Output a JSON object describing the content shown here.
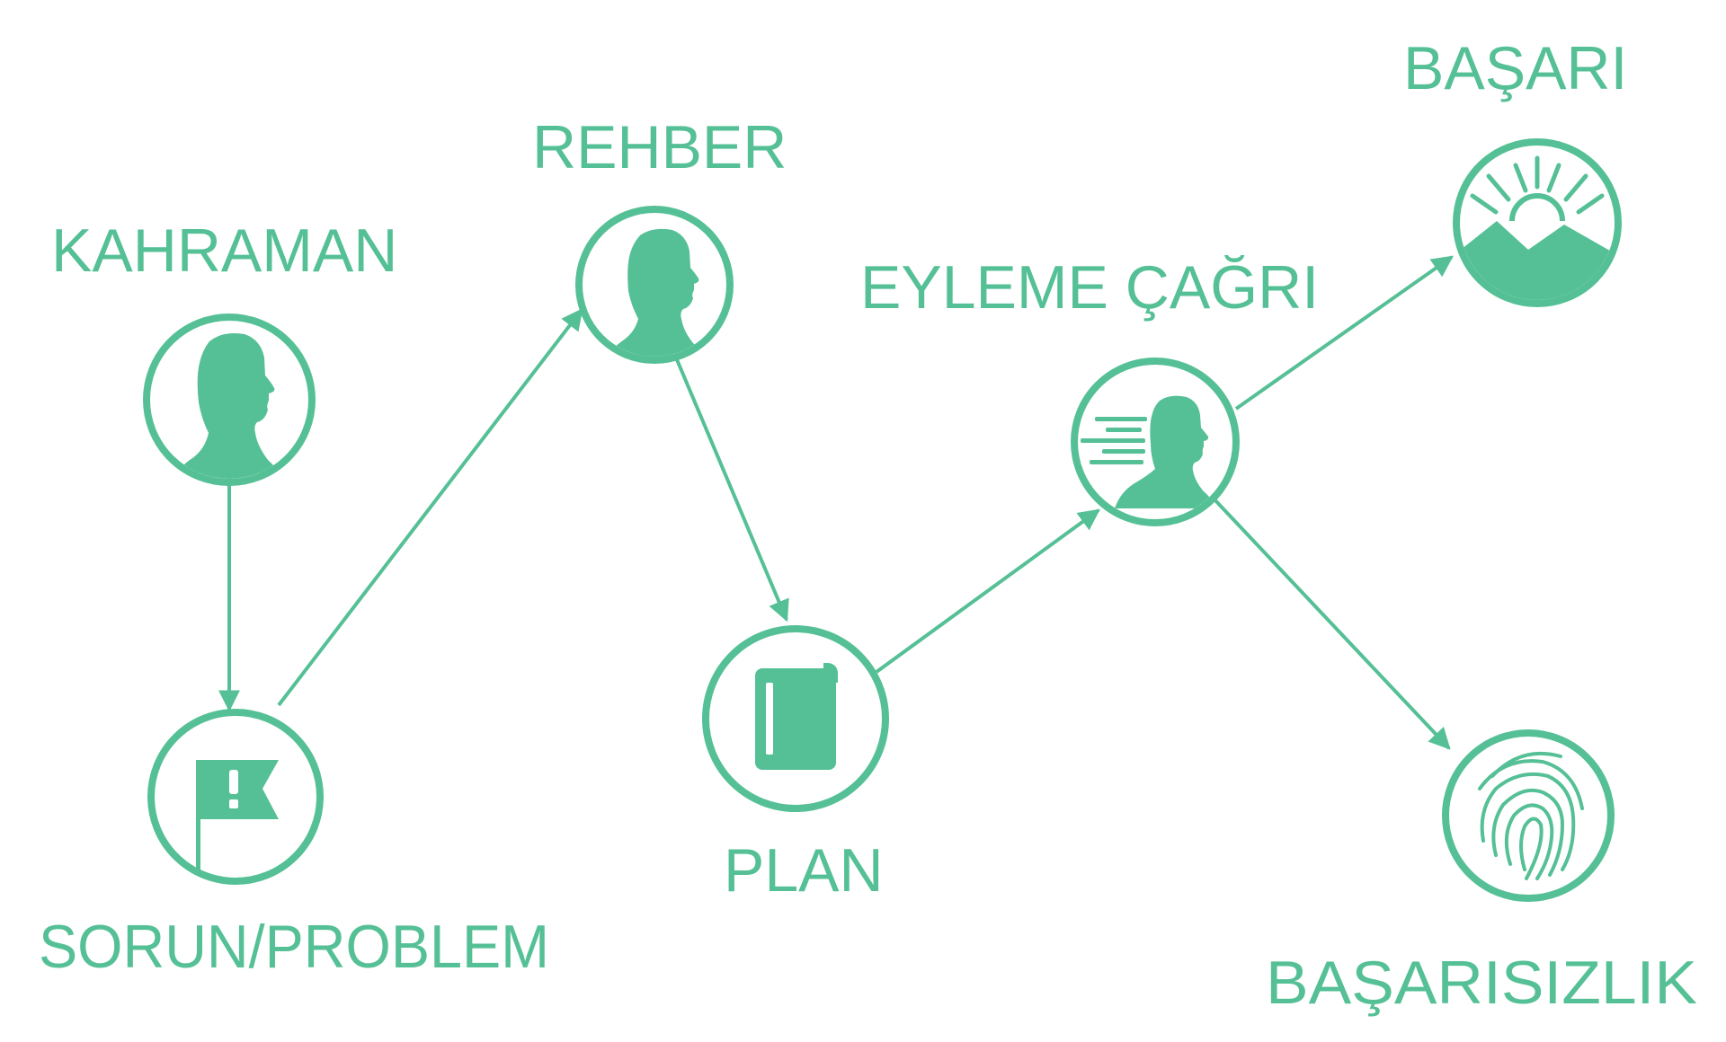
{
  "colors": {
    "accent": "#55c096",
    "background": "#ffffff"
  },
  "nodes": {
    "hero": {
      "label": "KAHRAMAN",
      "icon": "person-silhouette-icon"
    },
    "problem": {
      "label": "SORUN/PROBLEM",
      "icon": "warning-flag-icon"
    },
    "guide": {
      "label": "REHBER",
      "icon": "person-silhouette-icon"
    },
    "plan": {
      "label": "PLAN",
      "icon": "book-icon"
    },
    "call_to_action": {
      "label": "EYLEME ÇAĞRI",
      "icon": "running-person-icon"
    },
    "success": {
      "label": "BAŞARI",
      "icon": "sunrise-mountain-icon"
    },
    "failure": {
      "label": "BAŞARISIZLIK",
      "icon": "fingerprint-icon"
    }
  },
  "flow": [
    [
      "hero",
      "problem"
    ],
    [
      "problem",
      "guide"
    ],
    [
      "guide",
      "plan"
    ],
    [
      "plan",
      "call_to_action"
    ],
    [
      "call_to_action",
      "success"
    ],
    [
      "call_to_action",
      "failure"
    ]
  ]
}
